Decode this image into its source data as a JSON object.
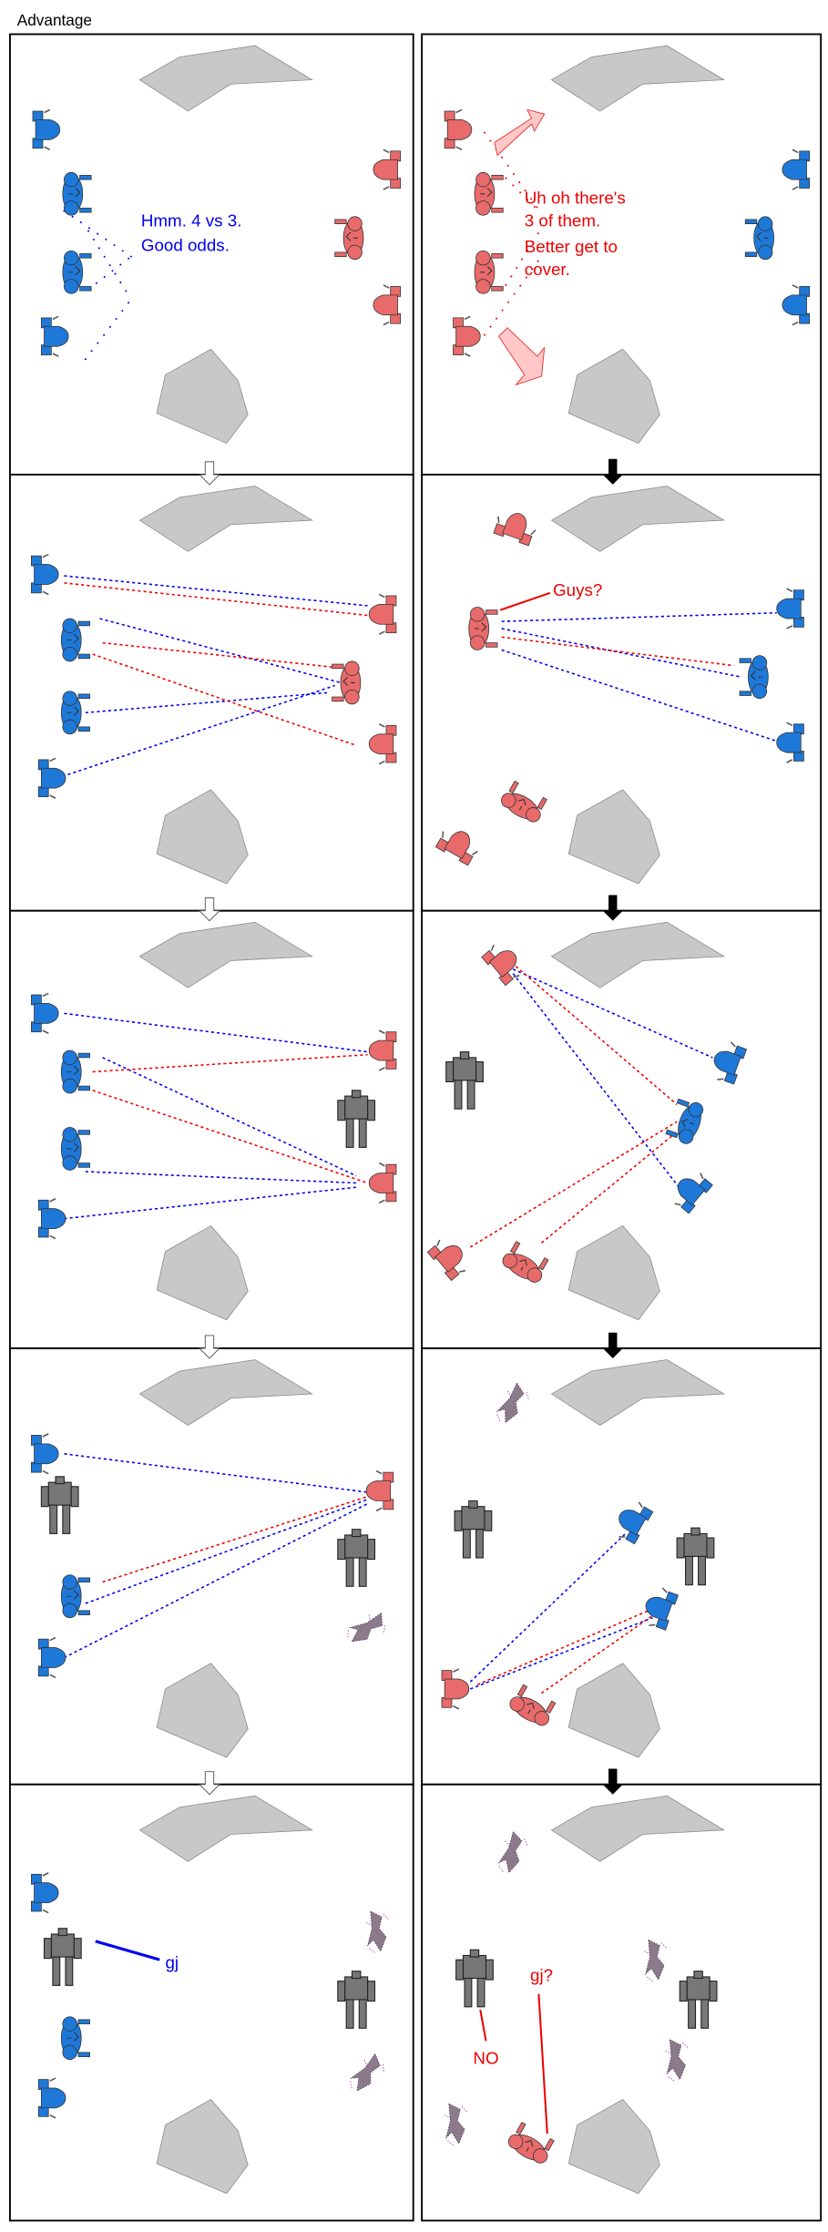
{
  "title": "Advantage",
  "colors": {
    "blue_team": "#1e78d8",
    "red_team": "#e86a6a",
    "cover": "#c8c8c8",
    "blue_text": "#0000ee",
    "red_text": "#ee0000"
  },
  "panels": {
    "p1_left": {
      "line1": "Hmm. 4 vs 3.",
      "line2": "Good odds."
    },
    "p1_right": {
      "line1": "Uh oh there's",
      "line2": "3 of them.",
      "line3": "Better get to",
      "line4": "cover."
    },
    "p2_right": {
      "speech": "Guys?"
    },
    "p5_left": {
      "speech": "gj"
    },
    "p5_right": {
      "speech_red": "gj?",
      "speech_black": "NO"
    }
  }
}
